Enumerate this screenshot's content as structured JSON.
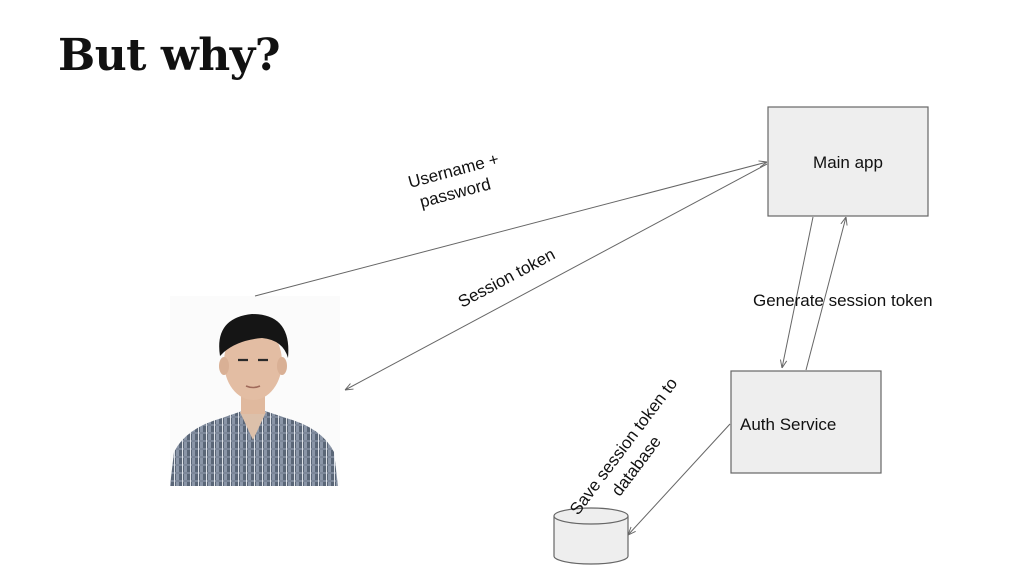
{
  "slide": {
    "title": "But why?"
  },
  "diagram": {
    "nodes": {
      "main_app": "Main app",
      "auth_service": "Auth Service"
    },
    "edge_labels": {
      "credentials_line1": "Username +",
      "credentials_line2": "password",
      "session_token": "Session token",
      "generate": "Generate session token",
      "save_line1": "Save session token to",
      "save_line2": "database"
    },
    "colors": {
      "box_fill": "#eeeeee",
      "box_stroke": "#666666",
      "arrow": "#666666",
      "shirt": "#5a6677",
      "hair": "#151515",
      "skin": "#e3bda3"
    }
  }
}
